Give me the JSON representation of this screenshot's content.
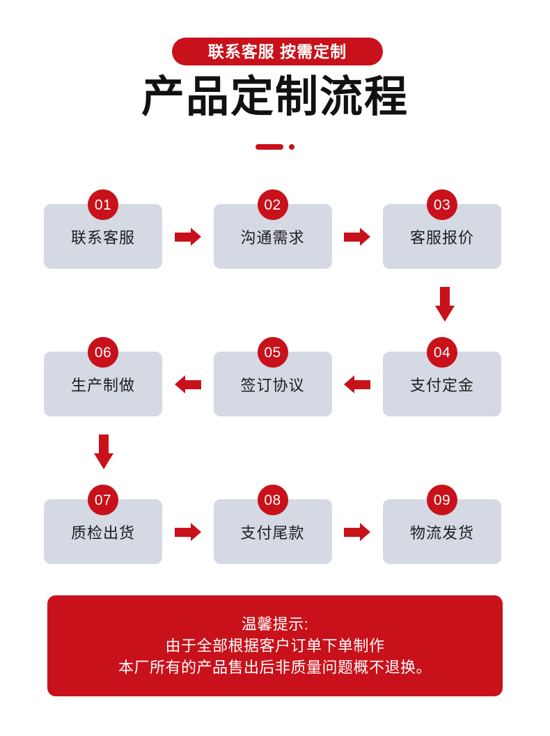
{
  "header": {
    "pill_label": "联系客服 按需定制",
    "title": "产品定制流程",
    "divider": "dash-dot-divider"
  },
  "colors": {
    "brand_red": "#c8111a",
    "card_gray": "#d5d9e3",
    "title_black": "#111111",
    "page_background": "#ffffff"
  },
  "flow": {
    "rows": [
      {
        "direction": "left-to-right",
        "steps": [
          {
            "number": "01",
            "label": "联系客服"
          },
          {
            "number": "02",
            "label": "沟通需求"
          },
          {
            "number": "03",
            "label": "客服报价"
          }
        ]
      },
      {
        "direction": "right-to-left",
        "steps": [
          {
            "number": "06",
            "label": "生产制做"
          },
          {
            "number": "05",
            "label": "签订协议"
          },
          {
            "number": "04",
            "label": "支付定金"
          }
        ]
      },
      {
        "direction": "left-to-right",
        "steps": [
          {
            "number": "07",
            "label": "质检出货"
          },
          {
            "number": "08",
            "label": "支付尾款"
          },
          {
            "number": "09",
            "label": "物流发货"
          }
        ]
      }
    ]
  },
  "notice": {
    "lines": [
      "温馨提示:",
      "由于全部根据客户订单下单制作",
      "本厂所有的产品售出后非质量问题概不退换。"
    ]
  }
}
